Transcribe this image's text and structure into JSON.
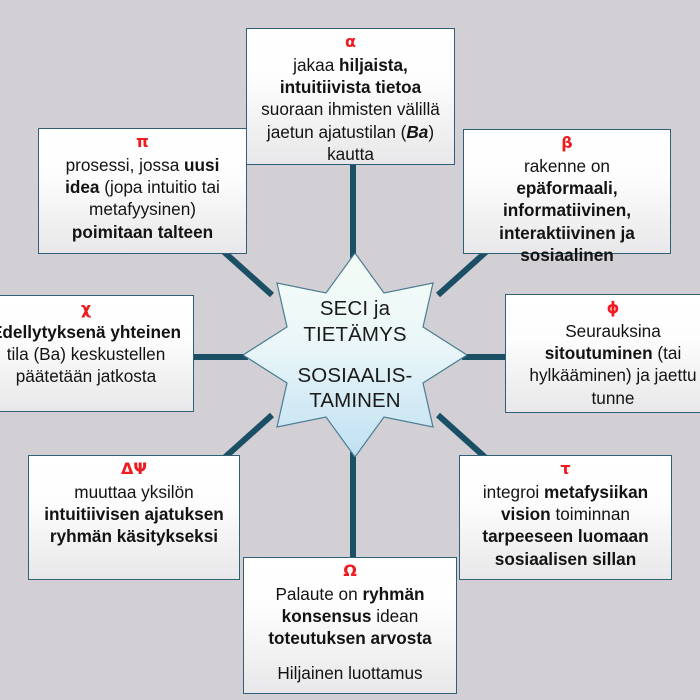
{
  "page": {
    "background_color": "#d3d0d5",
    "connector_color": "#1b4f65",
    "symbol_color": "#ee1c22",
    "box_border_color": "#2f6076"
  },
  "center": {
    "name": "seci-core",
    "line1": "SECI ja",
    "line2": "TIETÄMYS",
    "line3": "SOSIAALIS-",
    "line4": "TAMINEN",
    "shape": "eight-pointed-star",
    "fill_top": "#f4fbf5",
    "fill_bottom": "#bfe0f2"
  },
  "notes": [
    {
      "id": "alpha",
      "symbol": "α",
      "name": "note-alpha",
      "position": "top-center",
      "segments": [
        {
          "text": "jakaa ",
          "bold": false
        },
        {
          "text": "hiljaista, intuitiivista tietoa",
          "bold": true
        },
        {
          "text": " suoraan ihmisten välillä jaetun ajatustilan (",
          "bold": false
        },
        {
          "text": "Ba",
          "bold": true,
          "italic": true
        },
        {
          "text": ") kautta",
          "bold": false
        }
      ],
      "plain": "jakaa hiljaista, intuitiivista tietoa suoraan ihmisten välillä jaetun ajatustilan (Ba) kautta"
    },
    {
      "id": "beta",
      "symbol": "β",
      "name": "note-beta",
      "position": "top-right",
      "segments": [
        {
          "text": "rakenne on ",
          "bold": false
        },
        {
          "text": "epäformaali, informatiivinen, interaktiivinen ja sosiaalinen",
          "bold": true
        }
      ],
      "plain": "rakenne on epäformaali, informatiivinen, interaktiivinen ja sosiaalinen"
    },
    {
      "id": "pi",
      "symbol": "π",
      "name": "note-pi",
      "position": "top-left",
      "segments": [
        {
          "text": "prosessi, jossa ",
          "bold": false
        },
        {
          "text": "uusi idea",
          "bold": true
        },
        {
          "text": " (jopa intuitio tai metafyysinen) ",
          "bold": false
        },
        {
          "text": "poimitaan talteen",
          "bold": true
        }
      ],
      "plain": "prosessi, jossa uusi idea (jopa intuitio tai metafyysinen) poimitaan talteen"
    },
    {
      "id": "chi",
      "symbol": "χ",
      "name": "note-chi",
      "position": "middle-left",
      "clipped_left": true,
      "segments": [
        {
          "text": "Edellytyksenä yhteinen",
          "bold": true
        },
        {
          "text": " tila (Ba) keskustellen päätetään jatkosta",
          "bold": false
        }
      ],
      "plain": "Edellytyksenä yhteinen tila (Ba) keskustellen päätetään jatkosta"
    },
    {
      "id": "phi",
      "symbol": "ϕ",
      "name": "note-phi",
      "position": "middle-right",
      "clipped_right": true,
      "segments": [
        {
          "text": "Seurauksina ",
          "bold": false
        },
        {
          "text": "sitoutuminen",
          "bold": true
        },
        {
          "text": " (tai hylkääminen) ja jaettu tunne",
          "bold": false
        }
      ],
      "plain": "Seurauksina sitoutuminen (tai hylkääminen) ja jaettu tunne"
    },
    {
      "id": "delta-psi",
      "symbol": "ΔΨ",
      "name": "note-delta-psi",
      "position": "bottom-left",
      "segments": [
        {
          "text": "muuttaa yksilön ",
          "bold": false
        },
        {
          "text": "intuitiivisen ajatuksen ryhmän käsitykseksi",
          "bold": true
        }
      ],
      "plain": "muuttaa yksilön intuitiivisen ajatuksen ryhmän käsitykseksi"
    },
    {
      "id": "tau",
      "symbol": "τ",
      "name": "note-tau",
      "position": "bottom-right",
      "segments": [
        {
          "text": "integroi ",
          "bold": false
        },
        {
          "text": "metafysiikan vision",
          "bold": true
        },
        {
          "text": " toiminnan ",
          "bold": false
        },
        {
          "text": "tarpeeseen luomaan sosiaalisen sillan",
          "bold": true
        }
      ],
      "plain": "integroi metafysiikan vision toiminnan tarpeeseen luomaan sosiaalisen sillan"
    },
    {
      "id": "omega",
      "symbol": "Ω",
      "name": "note-omega",
      "position": "bottom-center",
      "segments": [
        {
          "text": "Palaute on ",
          "bold": false
        },
        {
          "text": "ryhmän konsensus",
          "bold": true
        },
        {
          "text": " idean ",
          "bold": false
        },
        {
          "text": "toteutuksen arvosta",
          "bold": true
        }
      ],
      "subtext": "Hiljainen luottamus",
      "plain": "Palaute on ryhmän konsensus idean toteutuksen arvosta"
    }
  ]
}
